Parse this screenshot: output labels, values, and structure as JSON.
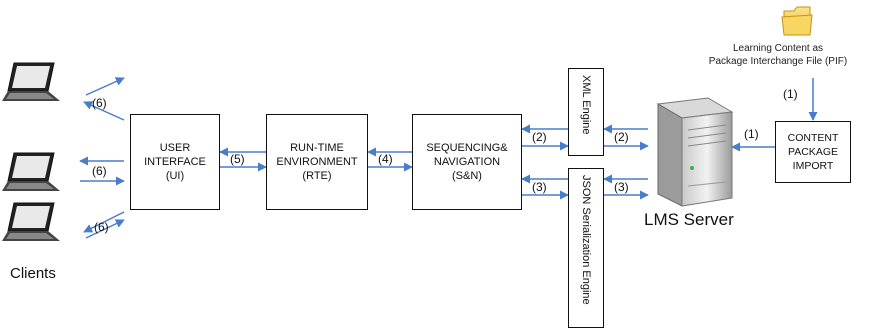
{
  "boxes": {
    "ui": "USER\nINTERFACE\n(UI)",
    "rte": "RUN-TIME\nENVIRONMENT\n(RTE)",
    "sn": "SEQUENCING&\nNAVIGATION\n(S&N)",
    "cpi": "CONTENT\nPACKAGE\nIMPORT",
    "xml": "XML Engine",
    "json": "JSON Serialization Engine"
  },
  "labels": {
    "l6a": "(6)",
    "l6b": "(6)",
    "l6c": "(6)",
    "l5": "(5)",
    "l4": "(4)",
    "l2a": "(2)",
    "l2b": "(2)",
    "l3a": "(3)",
    "l3b": "(3)",
    "l1a": "(1)",
    "l1b": "(1)"
  },
  "pif_caption": "Learning Content as\nPackage Interchange File (PIF)",
  "server_label": "LMS Server",
  "clients_label": "Clients",
  "icons": [
    "laptop-icon",
    "folder-icon",
    "server-icon"
  ],
  "colors": {
    "arrow": "#4a7ccc",
    "box_border": "#111111",
    "folder": "#f2c94c"
  }
}
